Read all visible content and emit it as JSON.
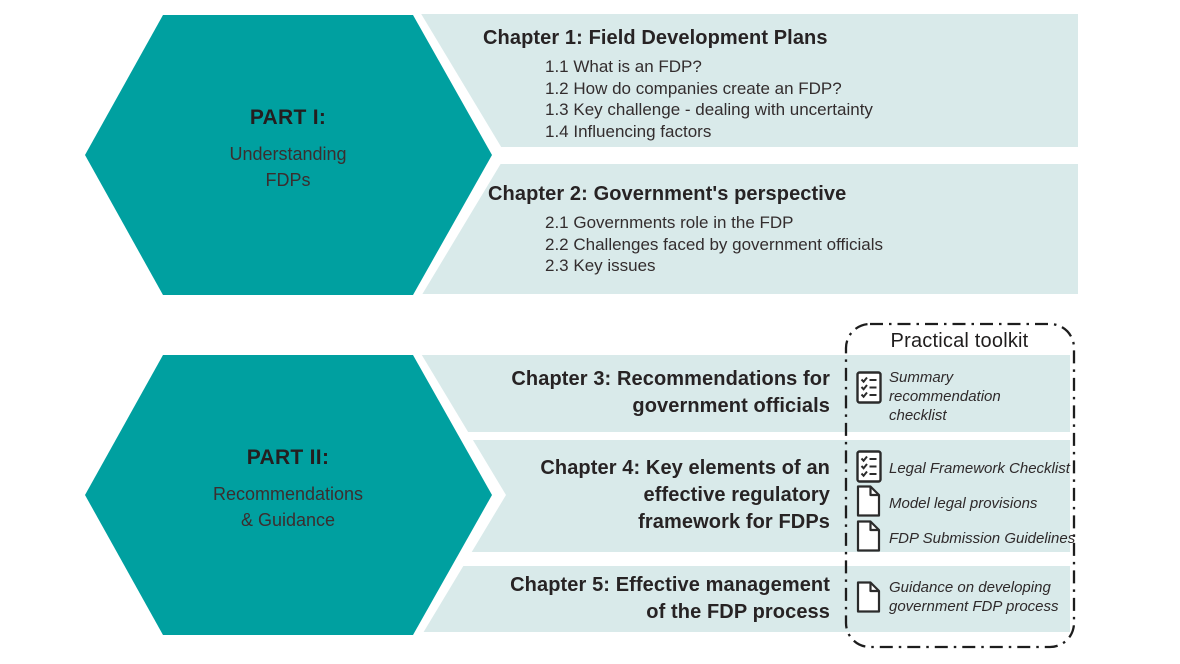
{
  "colors": {
    "teal": "#00a0a0",
    "panel": "#d9eaea",
    "ink": "#272324"
  },
  "part1": {
    "label": "PART I:",
    "subtitle_lines": [
      "Understanding",
      "FDPs"
    ],
    "chapters": [
      {
        "title": "Chapter 1: Field Development Plans",
        "items": [
          "1.1 What is an FDP?",
          "1.2 How do companies create an FDP?",
          "1.3 Key challenge - dealing with uncertainty",
          "1.4 Influencing factors"
        ]
      },
      {
        "title": "Chapter 2: Government's perspective",
        "items": [
          "2.1 Governments role in the FDP",
          "2.2 Challenges faced by government officials",
          "2.3 Key issues"
        ]
      }
    ]
  },
  "part2": {
    "label": "PART II:",
    "subtitle_lines": [
      "Recommendations",
      "& Guidance"
    ],
    "chapters": [
      {
        "title_lines": [
          "Chapter 3: Recommendations for",
          "government officials",
          ""
        ]
      },
      {
        "title_lines": [
          "Chapter 4: Key elements of an",
          "effective regulatory",
          "framework for FDPs"
        ]
      },
      {
        "title_lines": [
          "Chapter 5: Effective management",
          "of the FDP process",
          ""
        ]
      }
    ]
  },
  "toolkit": {
    "title": "Practical toolkit",
    "items": [
      {
        "icon": "checklist-icon",
        "label": "Summary recommendation checklist"
      },
      {
        "icon": "checklist-icon",
        "label": "Legal Framework Checklist"
      },
      {
        "icon": "document-icon",
        "label": "Model legal provisions"
      },
      {
        "icon": "document-icon",
        "label": "FDP Submission Guidelines"
      },
      {
        "icon": "document-icon",
        "label": "Guidance on developing government FDP process"
      }
    ]
  }
}
